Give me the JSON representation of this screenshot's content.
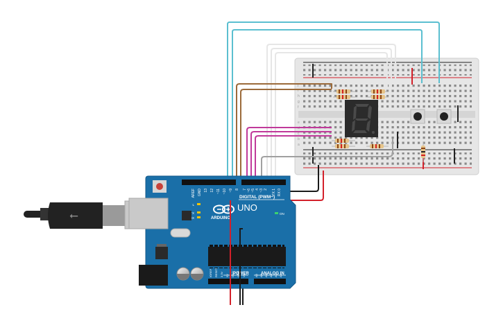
{
  "arduino": {
    "brand": "ARDUINO",
    "model": "UNO",
    "digital_header_label": "DIGITAL (PWM~)",
    "power_header_label": "POWER",
    "analog_header_label": "ANALOG IN",
    "aref_label": "AREF",
    "gnd_label": "GND",
    "led_l_label": "L",
    "tx_label": "TX",
    "rx_label": "RX",
    "on_label": "ON",
    "digital_pins": [
      "~11",
      "~10",
      "~9",
      "8",
      "7",
      "~6",
      "~5",
      "4",
      "~3",
      "2",
      "TX 1",
      "RX 0"
    ],
    "digital_pins_high": [
      "13",
      "12"
    ],
    "power_pins": [
      "IOREF",
      "RESET",
      "3.3V",
      "5V",
      "GND",
      "GND",
      "Vin"
    ],
    "analog_pins": [
      "A0",
      "A1",
      "A2",
      "A3",
      "A4",
      "A5"
    ]
  },
  "colors": {
    "board": "#1a6fa8",
    "board_dark": "#145a8a",
    "wire_cyan": "#5bbfd0",
    "wire_brown": "#9b6a3a",
    "wire_magenta": "#c0399a",
    "wire_white": "#e6e6e6",
    "wire_gray": "#a0a0a0",
    "wire_black": "#1a1a1a",
    "wire_red": "#d3202a",
    "breadboard": "#e8e8e8",
    "rail_red": "#d3202a",
    "rail_black": "#222222",
    "seven_segment_body": "#2b2b2b",
    "seven_segment_off": "#4a4a4a"
  },
  "breadboard": {
    "row_letters_top": [
      "j",
      "i",
      "h",
      "g",
      "f"
    ],
    "row_letters_bottom": [
      "e",
      "d",
      "c",
      "b",
      "a"
    ]
  }
}
